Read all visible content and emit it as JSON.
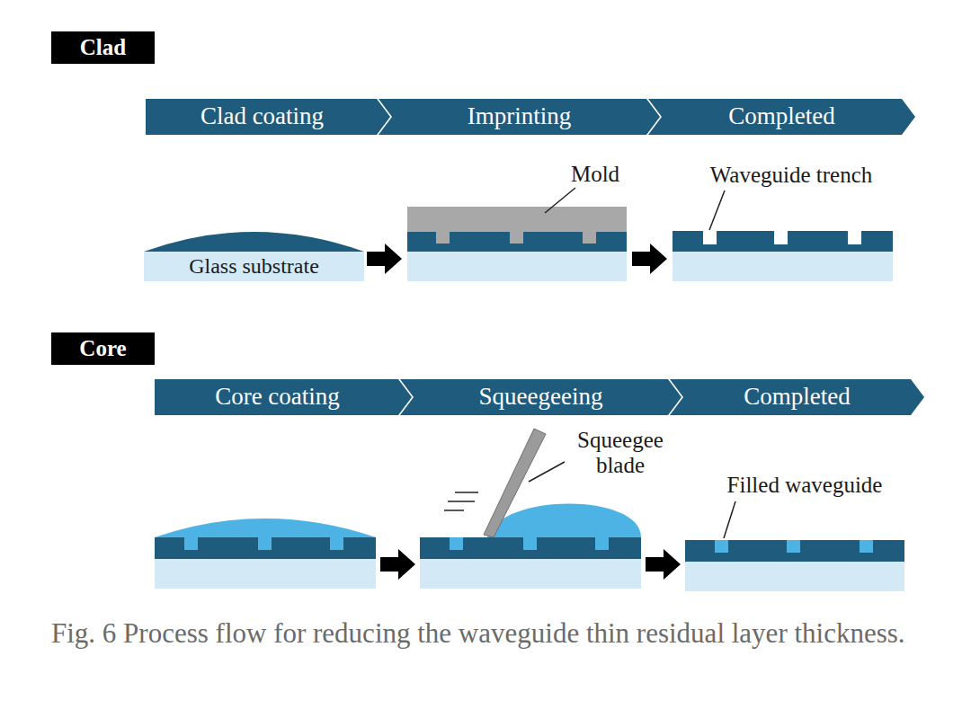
{
  "diagram": {
    "caption": "Fig. 6 Process flow for reducing the waveguide thin residual layer thickness.",
    "nodes": [
      {
        "text": [
          "Clad"
        ]
      },
      {
        "text": [
          "Clad coating"
        ]
      },
      {
        "text": [
          "Imprinting"
        ]
      },
      {
        "text": [
          "Completed"
        ]
      },
      {
        "text": [
          "Glass substrate"
        ]
      },
      {
        "text": [
          "Core"
        ]
      },
      {
        "text": [
          "Core coating"
        ]
      },
      {
        "text": [
          "Squeegeeing"
        ]
      },
      {
        "text": [
          "Completed"
        ]
      }
    ],
    "labels": [
      "Mold",
      "Waveguide trench",
      "Squeegee blade",
      "Filled waveguide"
    ]
  }
}
